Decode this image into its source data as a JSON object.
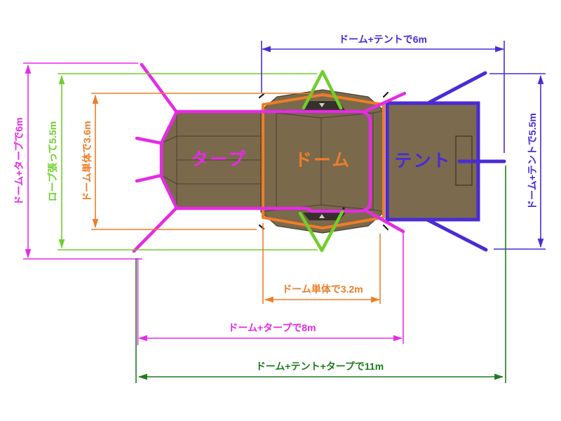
{
  "diagram": {
    "title_implicit": "テント・タープ設営レイアウト寸法図",
    "structures": {
      "tarp": {
        "label": "タープ"
      },
      "dome": {
        "label": "ドーム"
      },
      "tent": {
        "label": "テント"
      }
    },
    "dimensions": {
      "top_width": {
        "label": "ドーム+テントで6m"
      },
      "left_outer": {
        "label": "ドーム+タープで6m"
      },
      "left_rope": {
        "label": "ロープ張って5.5m"
      },
      "left_dome": {
        "label": "ドーム単体で3.6m"
      },
      "right_height": {
        "label": "ドーム+テントで5.5m"
      },
      "bottom_dome": {
        "label": "ドーム単体で3.2m"
      },
      "bottom_tarp": {
        "label": "ドーム+タープで8m"
      },
      "bottom_total": {
        "label": "ドーム+テント+タープで11m"
      }
    },
    "colors": {
      "magenta": "#e52be5",
      "lime_green": "#6fce2b",
      "orange": "#ee7d28",
      "blue_violet": "#4a2bd5",
      "dark_green": "#1e7b1e",
      "fabric_brown": "#7a694b"
    }
  }
}
